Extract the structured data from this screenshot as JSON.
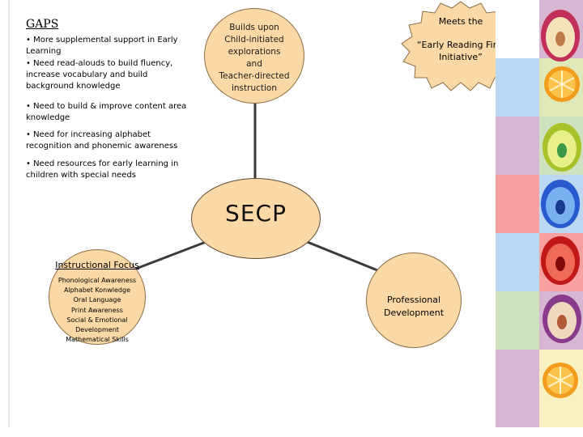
{
  "gaps": {
    "title": "GAPS",
    "items": [
      "• More supplemental support in Early Learning",
      "• Need read-alouds to build fluency, increase vocabulary and build background knowledge",
      "• Need to build & improve content area knowledge",
      "• Need for increasing alphabet recognition and phonemic awareness",
      "• Need resources for early learning in children with special needs"
    ]
  },
  "top_circle": {
    "lines": [
      "Builds upon",
      "Child-initiated",
      "explorations",
      "and",
      "Teacher-directed",
      "instruction"
    ]
  },
  "meets_circle": {
    "title": "Meets the",
    "subtitle_lines": [
      "“Early Reading First",
      "Initiative”"
    ]
  },
  "center_circle": {
    "label": "SECP"
  },
  "focus_circle": {
    "title": "Instructional Focus",
    "items": [
      "Phonological Awareness",
      "Alphabet Konwledge",
      "Oral Language",
      "Print Awareness",
      "Social & Emotional",
      "Development",
      "Mathematical Skills"
    ]
  },
  "prof_circle": {
    "lines": [
      "Professional",
      "Development"
    ]
  },
  "colors": {
    "circle_fill": "#fbd9a6",
    "circle_border": "#8a6d45",
    "connector": "#3a3a3a",
    "strip": [
      "#bcd7f2",
      "#d7b6d3",
      "#dfe8b7",
      "#f6a0a0",
      "#cfe2c0",
      "#f8f1bf"
    ]
  },
  "strip_icons": [
    "apple-slice-icon",
    "orange-slice-icon",
    "apple-slice-icon",
    "apple-slice-icon",
    "apple-slice-icon",
    "apple-slice-icon",
    "orange-slice-icon"
  ]
}
